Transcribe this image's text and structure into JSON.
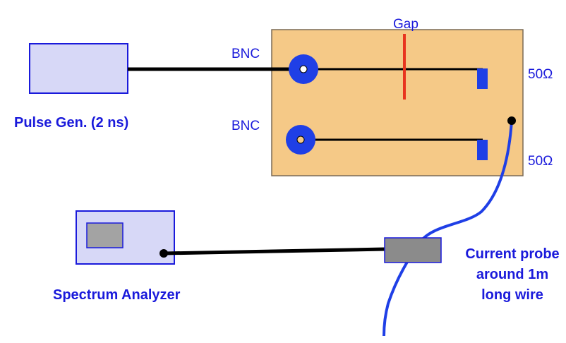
{
  "labels": {
    "gap": "Gap",
    "bnc_top": "BNC",
    "bnc_bottom": "BNC",
    "term_top": "50Ω",
    "term_bottom": "50Ω",
    "pulse_gen": "Pulse Gen. (2 ns)",
    "spectrum_analyzer": "Spectrum Analyzer",
    "probe_line1": "Current probe",
    "probe_line2": "around 1m",
    "probe_line3": "long wire"
  },
  "colors": {
    "board_fill": "#f5c987",
    "device_fill": "#d7d8f7",
    "screen_fill": "#a3a3a3",
    "probe_fill": "#8b8b8b",
    "connector_blue": "#1f3fe6",
    "gap_red": "#e8341f",
    "label_blue": "#1a1adb",
    "wire_black": "#000000"
  }
}
